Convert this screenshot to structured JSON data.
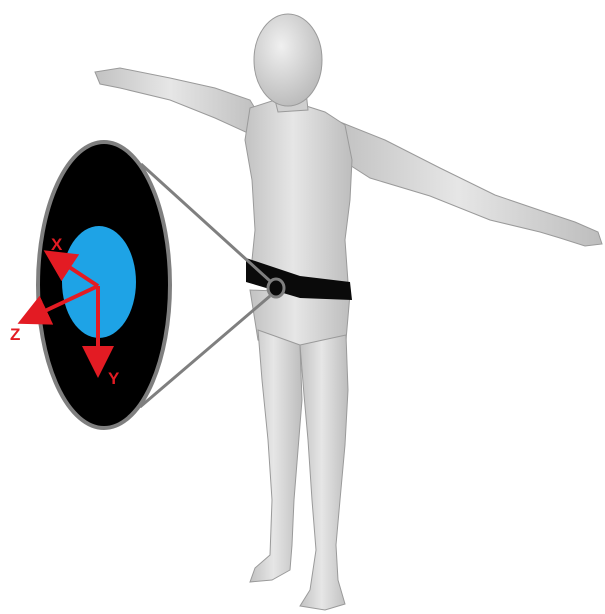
{
  "colors": {
    "background": "#ffffff",
    "body_fill": "#d9d9d9",
    "body_shade": "#b5b5b5",
    "body_outline": "#8e8e8e",
    "belt": "#0a0a0a",
    "sensor_face": "#000000",
    "sensor_rim": "#7f7f7f",
    "sensor_dot": "#1ea3e6",
    "axis": "#e31b23"
  },
  "axes": {
    "x": "X",
    "y": "Y",
    "z": "Z"
  },
  "icons": {
    "sensor": "wearable-sensor-icon",
    "human": "human-figure-icon"
  }
}
